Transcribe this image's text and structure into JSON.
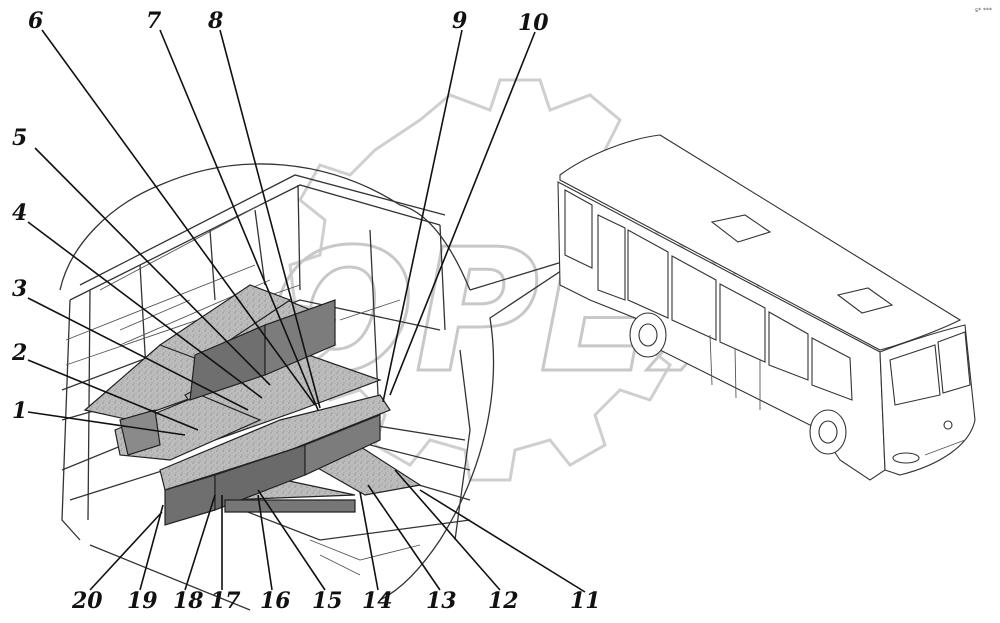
{
  "diagram": {
    "corner_mark": "s* ***",
    "watermark_text": "OPEX",
    "callouts": [
      {
        "num": "1"
      },
      {
        "num": "2"
      },
      {
        "num": "3"
      },
      {
        "num": "4"
      },
      {
        "num": "5"
      },
      {
        "num": "6"
      },
      {
        "num": "7"
      },
      {
        "num": "8"
      },
      {
        "num": "9"
      },
      {
        "num": "10"
      },
      {
        "num": "11"
      },
      {
        "num": "12"
      },
      {
        "num": "13"
      },
      {
        "num": "14"
      },
      {
        "num": "15"
      },
      {
        "num": "16"
      },
      {
        "num": "17"
      },
      {
        "num": "18"
      },
      {
        "num": "19"
      },
      {
        "num": "20"
      }
    ]
  },
  "colors": {
    "panel_fill": "#b9b9b9",
    "panel_dark": "#6f6f6f",
    "line": "#111111",
    "watermark": "#cfcfcf"
  }
}
